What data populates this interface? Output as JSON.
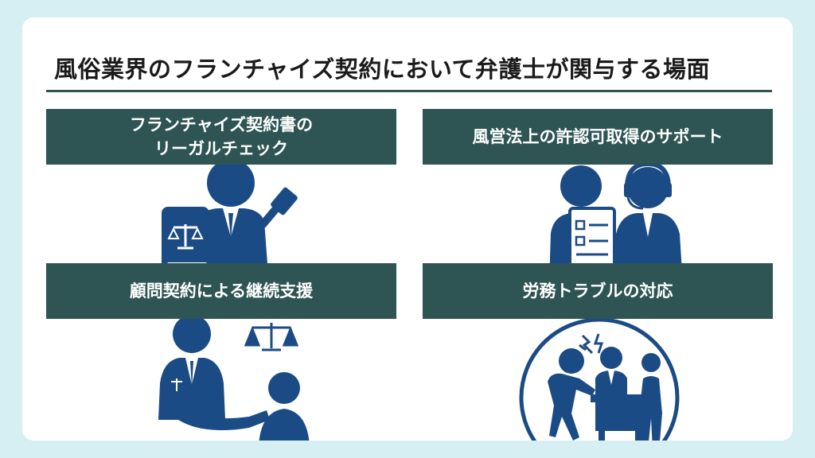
{
  "title": "風俗業界のフランチャイズ契約において弁護士が関与する場面",
  "panels": [
    {
      "lines": [
        "フランチャイズ契約書の",
        "リーガルチェック"
      ],
      "illustration": "lawyer-with-law-book-and-gavel-icon"
    },
    {
      "lines": [
        "風営法上の許認可取得のサポート"
      ],
      "illustration": "permit-support-consultation-icon"
    },
    {
      "lines": [
        "顧問契約による継続支援"
      ],
      "illustration": "advisory-contract-handshake-icon"
    },
    {
      "lines": [
        "労務トラブルの対応"
      ],
      "illustration": "labor-dispute-icon"
    }
  ],
  "colors": {
    "page_background": "#d6eff2",
    "card_background": "#ffffff",
    "banner": "#2e5553",
    "illustration": "#1b4b85",
    "title_text": "#1a1a1a"
  }
}
